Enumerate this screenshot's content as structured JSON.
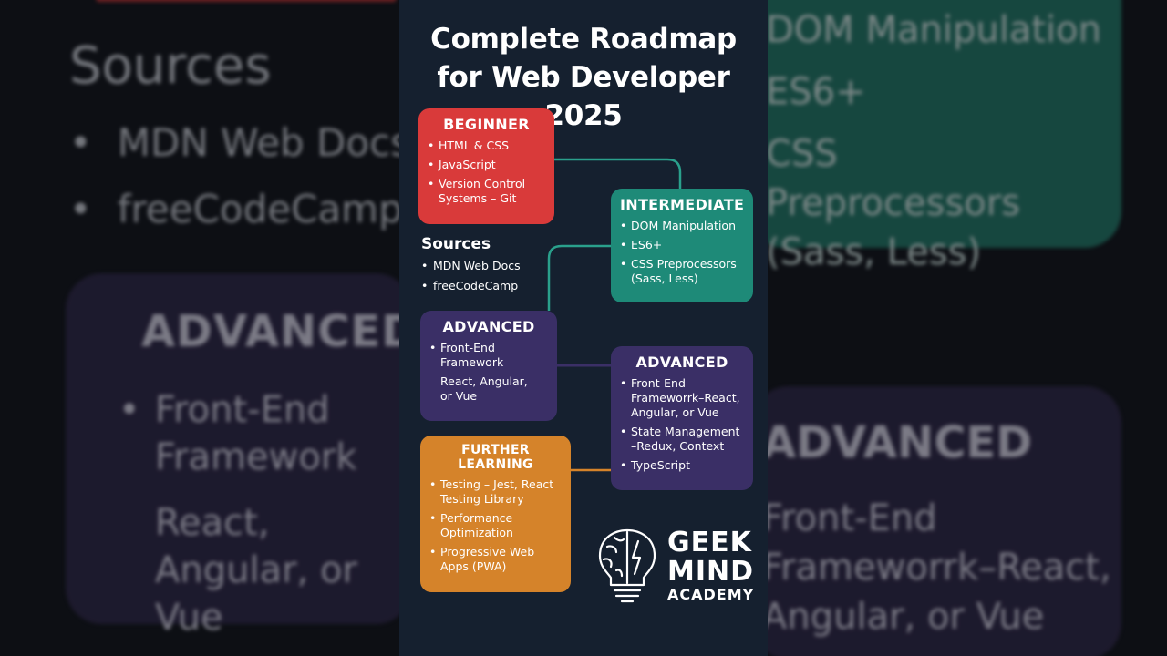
{
  "title": {
    "line1": "Complete Roadmap",
    "line2": "for Web Developer 2025"
  },
  "beginner": {
    "title": "BEGINNER",
    "items": [
      "HTML & CSS",
      "JavaScript",
      "Version Control Systems – Git"
    ]
  },
  "intermediate": {
    "title": "INTERMEDIATE",
    "items": [
      "DOM Manipulation",
      "ES6+",
      "CSS Preprocessors (Sass, Less)"
    ]
  },
  "sources": {
    "title": "Sources",
    "items": [
      "MDN Web Docs",
      "freeCodeCamp"
    ]
  },
  "advanced_left": {
    "title": "ADVANCED",
    "items": [
      "Front-End Framework",
      "React, Angular, or Vue"
    ]
  },
  "advanced_right": {
    "title": "ADVANCED",
    "items": [
      "Front-End Frameworrk–React, Angular, or Vue",
      "State Management –Redux, Context",
      "TypeScript"
    ]
  },
  "further_learning": {
    "title": "FURTHER LEARNING",
    "items": [
      "Testing – Jest, React Testing Library",
      "Performance Optimization",
      "Progressive Web Apps (PWA)"
    ]
  },
  "logo": {
    "line1": "GEEK",
    "line2": "MIND",
    "line3": "ACADEMY"
  },
  "background": {
    "sources_title": "Sources",
    "sources_items": [
      "MDN Web Docs",
      "freeCodeCamp"
    ],
    "advanced_left_title": "ADVANCED",
    "advanced_left_items": [
      "Front-End Framework",
      "React, Angular, or Vue"
    ],
    "intermediate_items": [
      "DOM Manipulation",
      "ES6+",
      "CSS Preprocessors (Sass, Less)"
    ],
    "advanced_right_title": "ADVANCED",
    "advanced_right_items": [
      "Front-End",
      "Frameworrk–React,",
      "Angular, or Vue"
    ]
  },
  "colors": {
    "beginner": "#d93a3a",
    "intermediate": "#1e8a78",
    "advanced": "#3a2f66",
    "further_learning": "#d5832a",
    "poster_background": "#15202f",
    "connector_teal": "#2aa08c",
    "connector_purple": "#3a2f66",
    "connector_orange": "#d5832a"
  }
}
